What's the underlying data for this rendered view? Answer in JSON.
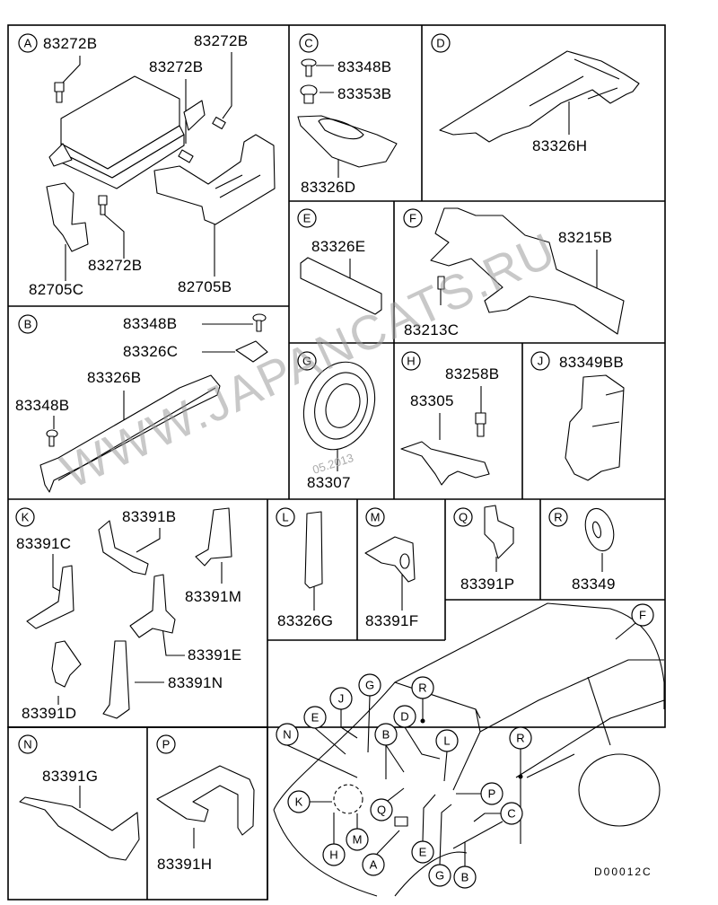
{
  "diagram_code": "D00012C",
  "watermark": "WWW.JAPANCATS.RU",
  "watermark_date": "05.2013",
  "panels": [
    {
      "id": "A",
      "parts": [
        "83272B",
        "83272B",
        "83272B",
        "83272B",
        "82705C",
        "82705B"
      ]
    },
    {
      "id": "C",
      "parts": [
        "83348B",
        "83353B",
        "83326D"
      ]
    },
    {
      "id": "D",
      "parts": [
        "83326H"
      ]
    },
    {
      "id": "B",
      "parts": [
        "83348B",
        "83326C",
        "83326B",
        "83348B"
      ]
    },
    {
      "id": "E",
      "parts": [
        "83326E"
      ]
    },
    {
      "id": "F",
      "parts": [
        "83215B",
        "83213C"
      ]
    },
    {
      "id": "G",
      "parts": [
        "83307"
      ]
    },
    {
      "id": "H",
      "parts": [
        "83258B",
        "83305"
      ]
    },
    {
      "id": "J",
      "parts": [
        "83349BB"
      ]
    },
    {
      "id": "K",
      "parts": [
        "83391B",
        "83391C",
        "83391M",
        "83391E",
        "83391N",
        "83391D"
      ]
    },
    {
      "id": "L",
      "parts": [
        "83326G"
      ]
    },
    {
      "id": "M",
      "parts": [
        "83391F"
      ]
    },
    {
      "id": "Q",
      "parts": [
        "83391P"
      ]
    },
    {
      "id": "R",
      "parts": [
        "83349"
      ]
    },
    {
      "id": "N",
      "parts": [
        "83391G"
      ]
    },
    {
      "id": "P",
      "parts": [
        "83391H"
      ]
    }
  ],
  "vehicle_callouts": [
    "F",
    "G",
    "J",
    "E",
    "N",
    "R",
    "D",
    "B",
    "L",
    "K",
    "Q",
    "P",
    "R",
    "C",
    "H",
    "M",
    "A",
    "E",
    "G",
    "B"
  ]
}
